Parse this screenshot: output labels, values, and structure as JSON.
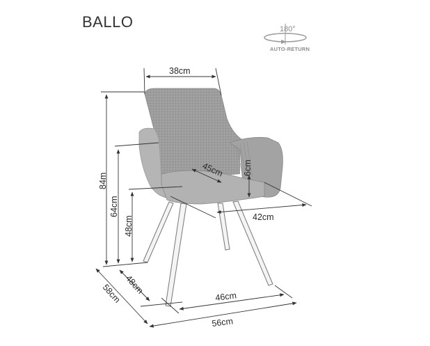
{
  "product": {
    "name": "BALLO"
  },
  "badge": {
    "icon": "rotation-180-icon",
    "degrees": "180°",
    "label": "AUTO-RETURN"
  },
  "dimensions": {
    "backrest_width": "38cm",
    "total_height": "84m",
    "armrest_height": "64cm",
    "seat_height": "48cm",
    "seat_depth": "45cm",
    "seat_cushion_thickness": "6cm",
    "seat_width": "42cm",
    "leg_depth": "48cm",
    "total_depth": "58cm",
    "leg_width": "46cm",
    "total_width": "56cm"
  },
  "colors": {
    "upholstery": "#9a9a9a",
    "lines": "#333333",
    "badge": "#8c8c8c"
  }
}
